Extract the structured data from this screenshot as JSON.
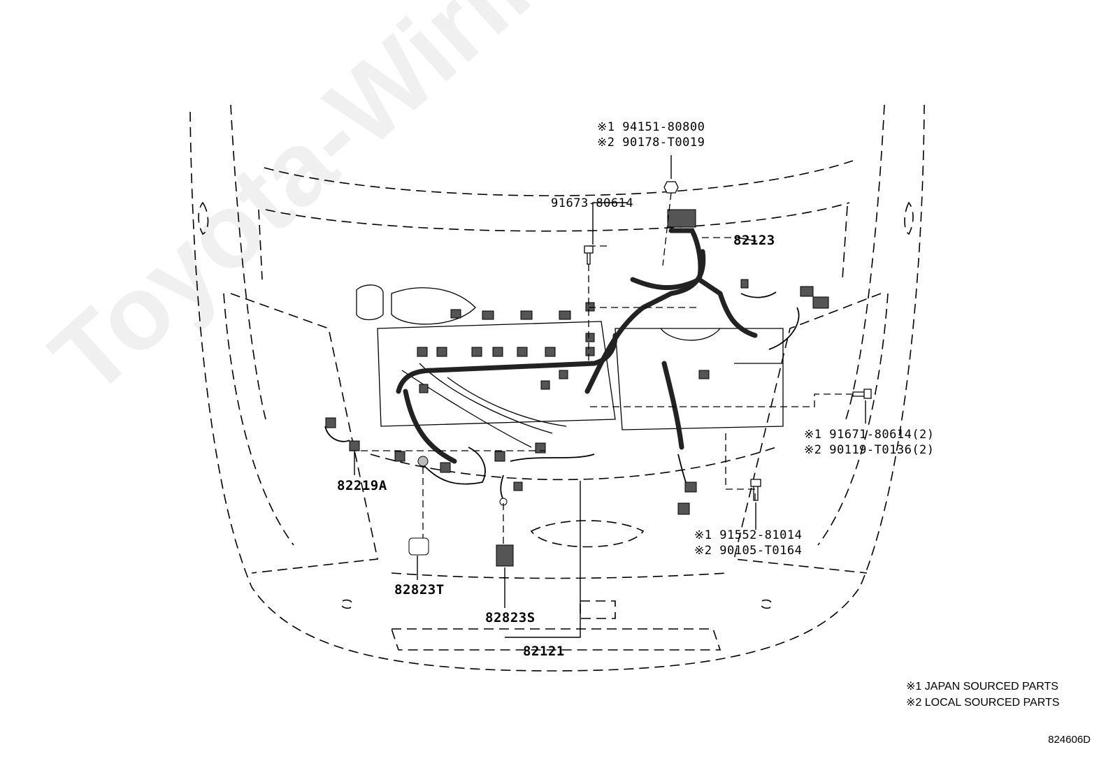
{
  "watermark": "Toyota-Wiring.ru",
  "diagram_id": "824606D",
  "legend": [
    {
      "mark": "※1",
      "text": "JAPAN SOURCED PARTS"
    },
    {
      "mark": "※2",
      "text": "LOCAL SOURCED PARTS"
    }
  ],
  "parts": {
    "p94151": {
      "mark": "※1",
      "number": "94151-80800"
    },
    "p90178": {
      "mark": "※2",
      "number": "90178-T0019"
    },
    "p91673": {
      "number": "91673-80614"
    },
    "p82123": {
      "number": "82123"
    },
    "p91671": {
      "mark": "※1",
      "number": "91671-80614(2)"
    },
    "p90119": {
      "mark": "※2",
      "number": "90119-T0136(2)"
    },
    "p91552": {
      "mark": "※1",
      "number": "91552-81014"
    },
    "p90105": {
      "mark": "※2",
      "number": "90105-T0164"
    },
    "p82219A": {
      "number": "82219A"
    },
    "p82823T": {
      "number": "82823T"
    },
    "p82823S": {
      "number": "82823S"
    },
    "p82121": {
      "number": "82121"
    }
  },
  "colors": {
    "line": "#000000",
    "connector": "#555555",
    "watermark": "#000000"
  }
}
